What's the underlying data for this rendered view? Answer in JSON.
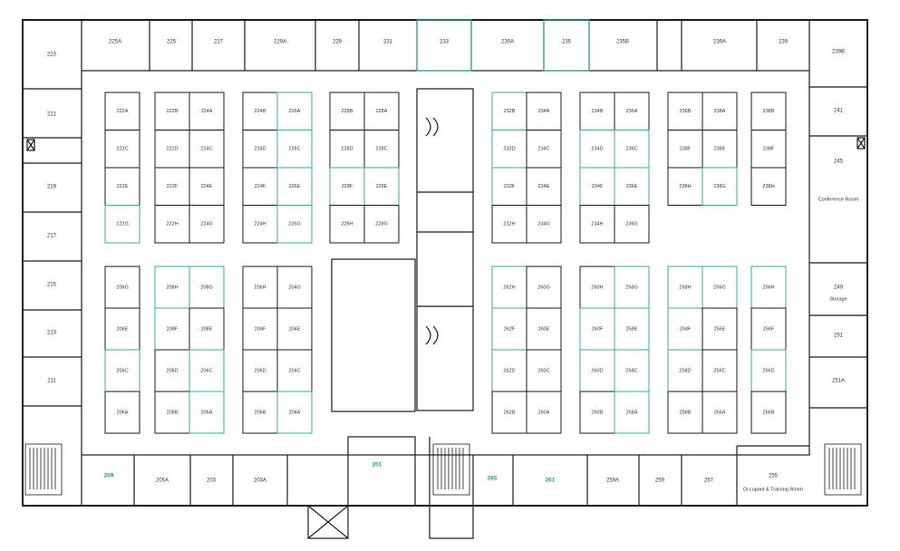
{
  "colors": {
    "wall": "#1a1a1a",
    "wall_light": "#444444",
    "available": "#2fb38e",
    "available_text": "#1aa37a",
    "background": "#ffffff"
  },
  "rooms": {
    "r223": "223",
    "r221": "221",
    "r219": "219",
    "r217": "217",
    "r215": "215",
    "r213": "213",
    "r211": "211",
    "r225A": "225A",
    "r225": "225",
    "r227": "227",
    "r229A": "229A",
    "r229": "229",
    "r231": "231",
    "r233": "233",
    "r235A": "235A",
    "r235": "235",
    "r235B": "235B",
    "r239A": "239A",
    "r239": "239",
    "r239B": "239B",
    "r241": "241",
    "r245": "245",
    "r245_sub": "Conference Room",
    "r249": "249",
    "r249_sub": "Storage",
    "r251": "251",
    "r251A": "251A",
    "r209": "209",
    "r205A": "205A",
    "r203": "203",
    "r203A": "203A",
    "r201": "201",
    "r265": "265",
    "r261": "261",
    "r259A": "259A",
    "r259": "259",
    "r257": "257",
    "r255": "255",
    "r255_sub": "Occupant & Training Room",
    "c222A": "222A",
    "c222C": "222C",
    "c222E": "222E",
    "c222G": "222G",
    "c222B": "222B",
    "c224A": "224A",
    "c222D": "222D",
    "c224C": "224C",
    "c222F": "222F",
    "c224E": "224E",
    "c222H": "222H",
    "c224G": "224G",
    "c224B": "224B",
    "c226A": "226A",
    "c224D": "224D",
    "c226C": "226C",
    "c224F": "224F",
    "c226E": "226E",
    "c224H": "224H",
    "c226G": "226G",
    "c228B": "228B",
    "c228A": "228A",
    "c228D": "228D",
    "c228C": "228C",
    "c228F": "228F",
    "c228E": "228E",
    "c228H": "228H",
    "c228G": "228G",
    "c232B": "232B",
    "c234A": "234A",
    "c232D": "232D",
    "c234C": "234C",
    "c232F": "232F",
    "c234E": "234E",
    "c232H": "232H",
    "c234G": "234G",
    "c234B": "234B",
    "c236A": "236A",
    "c234D": "234D",
    "c236C": "236C",
    "c234F": "234F",
    "c236E": "236E",
    "c234H": "234H",
    "c236G": "236G",
    "c236B": "236B",
    "c238A": "238A",
    "c238F": "238F",
    "c238E": "238E",
    "c238H": "238H",
    "c238G": "238G",
    "c238B": "238B",
    "c238F2": "238F",
    "c238H2": "238H",
    "c206G": "206G",
    "c206E": "206E",
    "c206C": "206C",
    "c206A": "206A",
    "c208H": "208H",
    "c208G": "208G",
    "c208F": "208F",
    "c208E": "208E",
    "c208D": "208D",
    "c206C2": "206C",
    "c208B": "208B",
    "c206A2": "206A",
    "c206H": "206H",
    "c204G": "204G",
    "c206F": "206F",
    "c204E": "204E",
    "c206D": "206D",
    "c204C": "204C",
    "c206B": "206B",
    "c204A": "204A",
    "c262H": "262H",
    "c260G": "260G",
    "c262F": "262F",
    "c260E": "260E",
    "c262D": "262D",
    "c260C": "260C",
    "c262B": "262B",
    "c260A": "260A",
    "c260H": "260H",
    "c258G": "258G",
    "c260F": "260F",
    "c258E": "258E",
    "c260D": "260D",
    "c258C": "258C",
    "c260B": "260B",
    "c258A": "258A",
    "c258H": "258H",
    "c256G": "256G",
    "c258F": "258F",
    "c256E": "256E",
    "c258D": "258D",
    "c256C": "256C",
    "c258B": "258B",
    "c256A": "256A",
    "c256H": "256H",
    "c256F": "256F",
    "c256D": "256D",
    "c256B": "256B"
  }
}
